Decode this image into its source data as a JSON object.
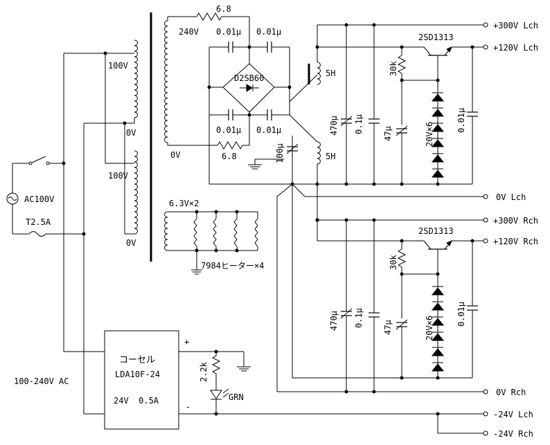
{
  "tr": {
    "primary_100v_top": "100V",
    "primary_0v_top": "0V",
    "primary_100v_bottom": "100V",
    "primary_0v_bottom": "0V",
    "secondary_240v": "240V",
    "secondary_0v": "0V",
    "heater": "6.3V×2"
  },
  "bridge": {
    "diode": "D2SB60",
    "cap_tl": "0.01μ",
    "cap_tr": "0.01μ",
    "cap_bl": "0.01μ",
    "cap_br": "0.01μ",
    "r_top": "6.8",
    "r_bottom": "6.8"
  },
  "psu_l": {
    "choke_top": "5H",
    "choke_bottom": "5H",
    "cap_bias": "100μ",
    "cap_main": "470μ",
    "cap_film": "0.1μ",
    "r_base": "30k",
    "cap_base": "47μ",
    "zener": "20V×6",
    "cap_out": "0.01μ",
    "transistor": "2SD1313"
  },
  "psu_r": {
    "cap_main": "470μ",
    "cap_film": "0.1μ",
    "r_base": "30k",
    "cap_base": "47μ",
    "zener": "20V×6",
    "cap_out": "0.01μ",
    "transistor": "2SD1313"
  },
  "heaters": "7984ヒーター×4",
  "ac": {
    "source": "AC100V",
    "fuse": "T2.5A",
    "range": "100-240V AC"
  },
  "module": {
    "brand": "コーセル",
    "model": "LDA10F-24",
    "rating": "24V  0.5A",
    "plus": "+",
    "minus": "-",
    "r_led": "2.2k",
    "led": "GRN"
  },
  "outputs": {
    "l_300": "+300V Lch",
    "l_120": "+120V Lch",
    "l_0": "0V Lch",
    "r_300": "+300V Rch",
    "r_120": "+120V Rch",
    "r_0": "0V Rch",
    "l_n24": "-24V Lch",
    "r_n24": "-24V Rch"
  }
}
